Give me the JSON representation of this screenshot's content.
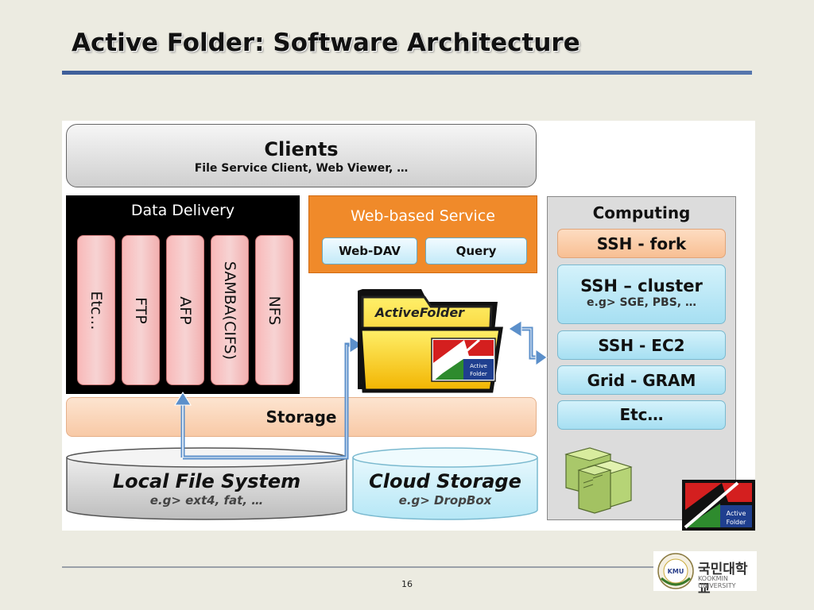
{
  "slide": {
    "title": "Active Folder: Software Architecture",
    "page_number": "16"
  },
  "clients": {
    "title": "Clients",
    "subtitle": "File Service Client, Web Viewer, …"
  },
  "data_delivery": {
    "header": "Data Delivery",
    "protocols": [
      "Etc…",
      "FTP",
      "AFP",
      "SAMBA(CIFS)",
      "NFS"
    ]
  },
  "web_service": {
    "header": "Web-based Service",
    "buttons": [
      "Web-DAV",
      "Query"
    ]
  },
  "active_folder": {
    "label": "ActiveFolder",
    "logo_text_1": "Active",
    "logo_text_2": "Folder"
  },
  "storage": {
    "label": "Storage"
  },
  "local_fs": {
    "title": "Local File System",
    "subtitle": "e.g> ext4, fat, …"
  },
  "cloud_storage": {
    "title": "Cloud Storage",
    "subtitle": "e.g> DropBox"
  },
  "computing": {
    "header": "Computing",
    "items": [
      {
        "title": "SSH - fork",
        "subtitle": ""
      },
      {
        "title": "SSH – cluster",
        "subtitle": "e.g> SGE, PBS, …"
      },
      {
        "title": "SSH - EC2",
        "subtitle": ""
      },
      {
        "title": "Grid - GRAM",
        "subtitle": ""
      },
      {
        "title": "Etc…",
        "subtitle": ""
      }
    ]
  },
  "university": {
    "emblem_text": "KMU",
    "name_korean": "국민대학교",
    "name_english": "KOOKMIN UNIVERSITY"
  },
  "colors": {
    "accent_blue": "#4a6aa3",
    "web_service_orange": "#f08a2a",
    "arrow_blue": "#5b8fca",
    "folder_yellow": "#f5c400",
    "logo_red": "#d41f1f",
    "logo_green": "#2e8b2e"
  }
}
